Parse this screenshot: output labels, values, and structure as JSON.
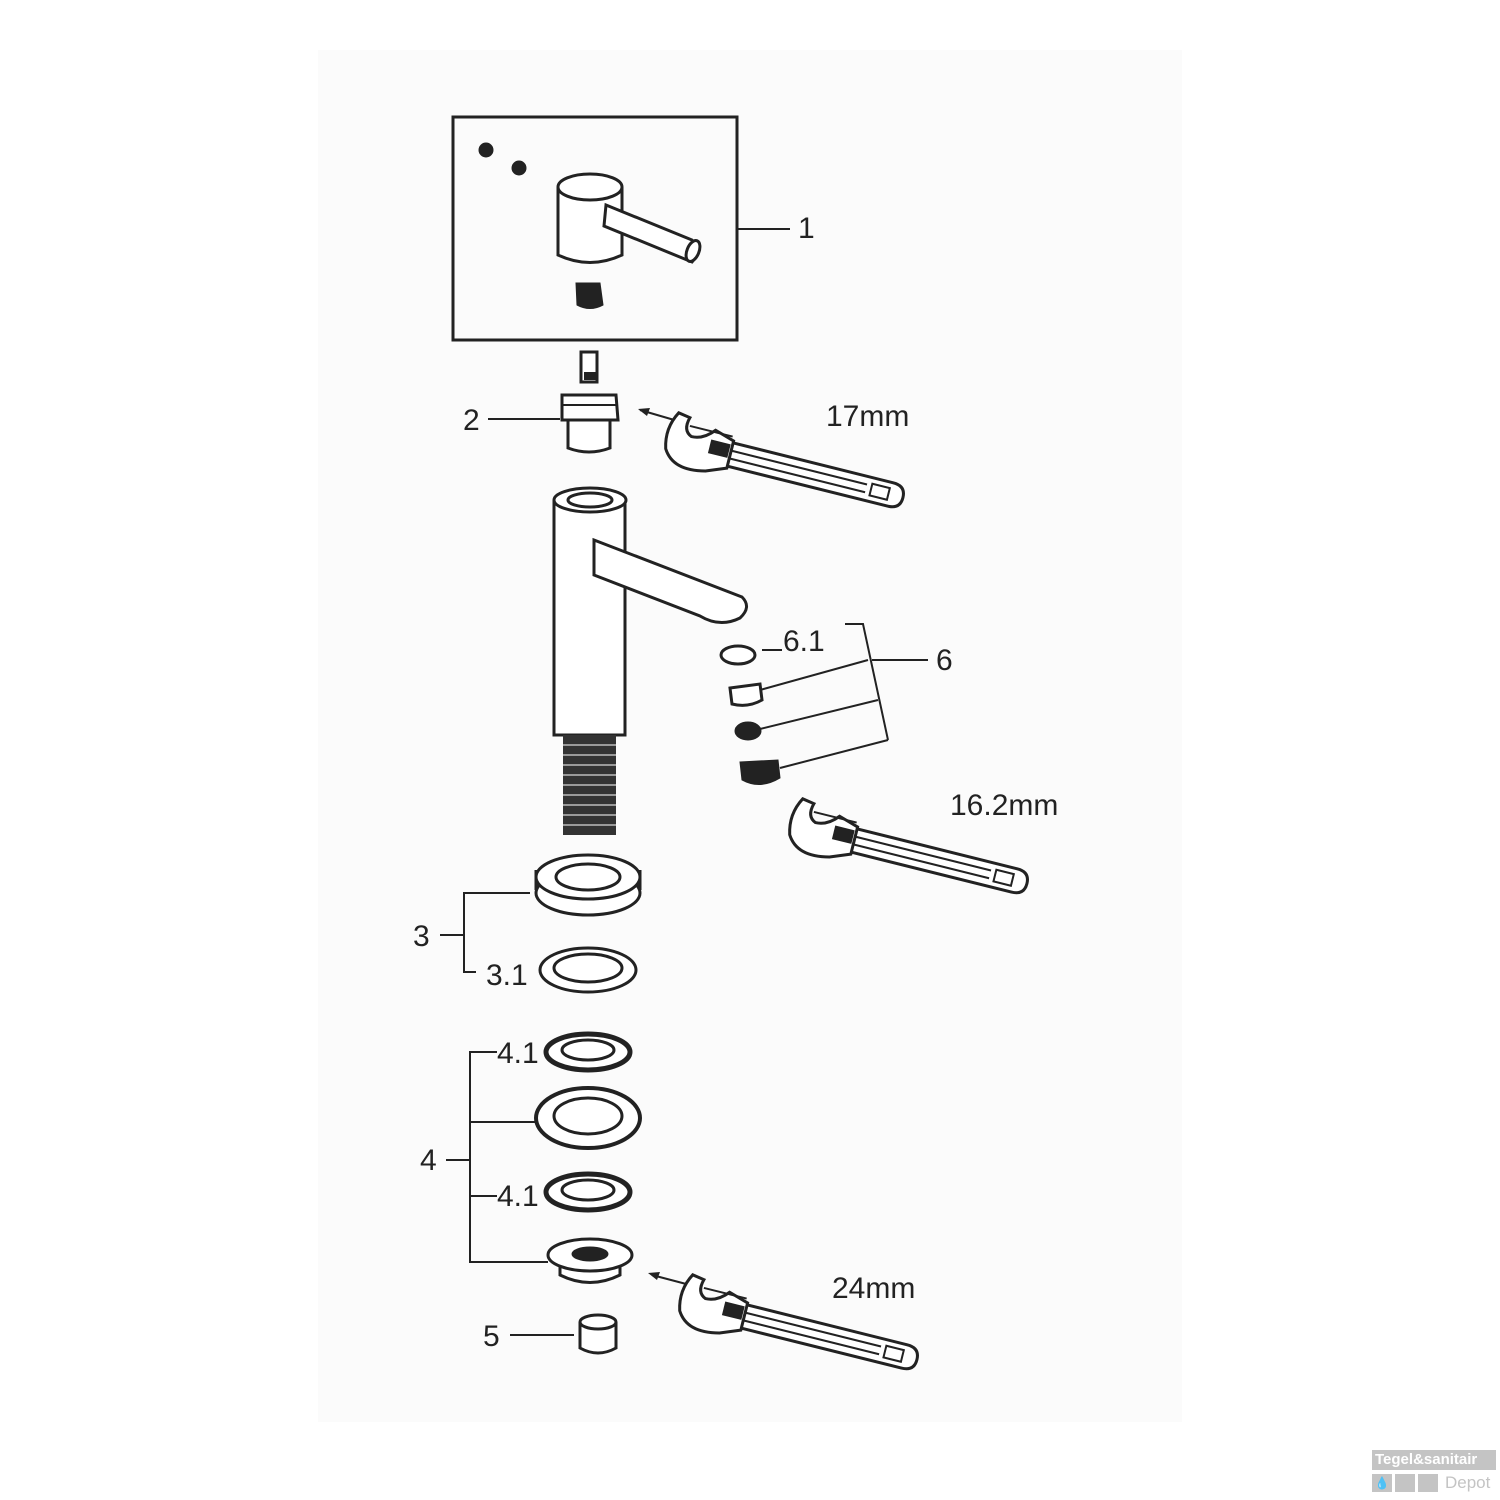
{
  "diagram": {
    "labels": {
      "p1": "1",
      "p2": "2",
      "p3": "3",
      "p3_1": "3.1",
      "p4": "4",
      "p4_1_top": "4.1",
      "p4_1_bottom": "4.1",
      "p5": "5",
      "p6": "6",
      "p6_1": "6.1"
    },
    "wrench_sizes": {
      "cartridge": "17mm",
      "aerator": "16.2mm",
      "nut": "24mm"
    }
  },
  "watermark": {
    "brand": "Tegel&sanitair",
    "sub": "Depot"
  }
}
